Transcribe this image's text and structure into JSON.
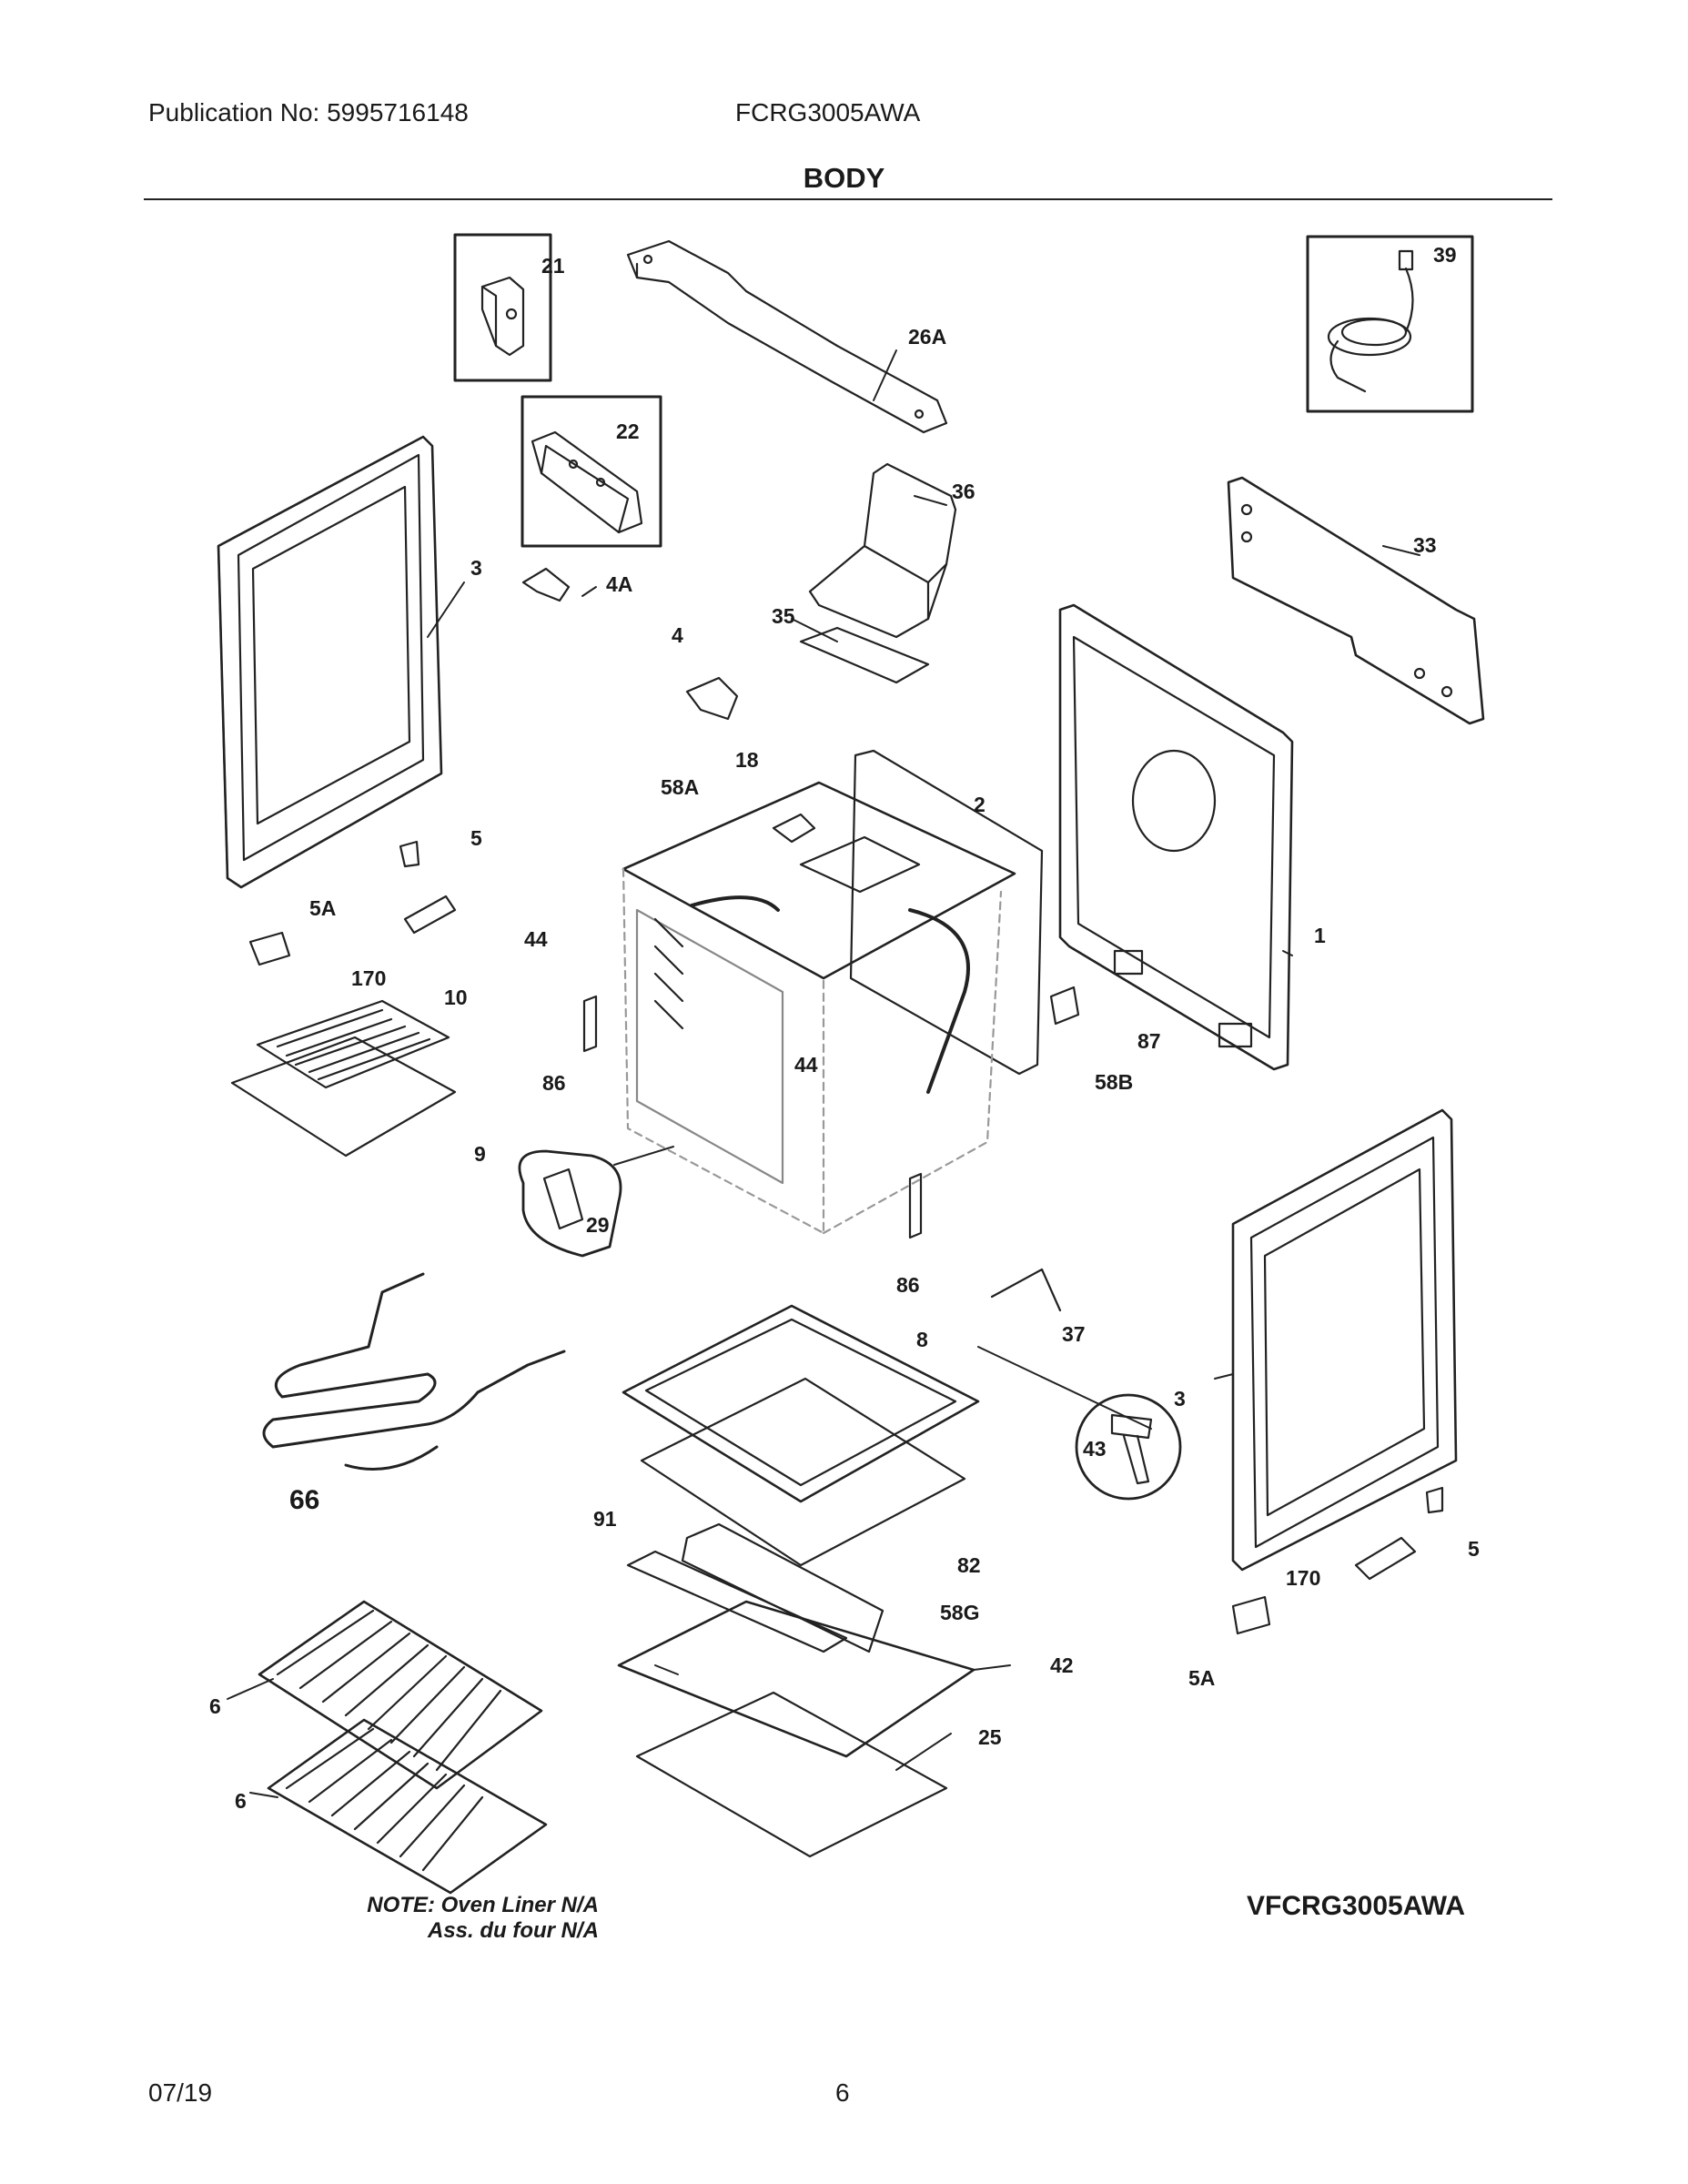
{
  "header": {
    "publication": "Publication No: 5995716148",
    "model": "FCRG3005AWA",
    "section_title": "BODY"
  },
  "callouts": [
    {
      "id": "c21",
      "label": "21"
    },
    {
      "id": "c26a",
      "label": "26A"
    },
    {
      "id": "c39",
      "label": "39"
    },
    {
      "id": "c22",
      "label": "22"
    },
    {
      "id": "c36",
      "label": "36"
    },
    {
      "id": "c33",
      "label": "33"
    },
    {
      "id": "c3a",
      "label": "3"
    },
    {
      "id": "c4a",
      "label": "4A"
    },
    {
      "id": "c35",
      "label": "35"
    },
    {
      "id": "c4",
      "label": "4"
    },
    {
      "id": "c18",
      "label": "18"
    },
    {
      "id": "c58a",
      "label": "58A"
    },
    {
      "id": "c2",
      "label": "2"
    },
    {
      "id": "c5a",
      "label": "5"
    },
    {
      "id": "c5aa",
      "label": "5A"
    },
    {
      "id": "c44a",
      "label": "44"
    },
    {
      "id": "c1",
      "label": "1"
    },
    {
      "id": "c170a",
      "label": "170"
    },
    {
      "id": "c10",
      "label": "10"
    },
    {
      "id": "c87",
      "label": "87"
    },
    {
      "id": "c86a",
      "label": "86"
    },
    {
      "id": "c44b",
      "label": "44"
    },
    {
      "id": "c58b",
      "label": "58B"
    },
    {
      "id": "c9",
      "label": "9"
    },
    {
      "id": "c29",
      "label": "29"
    },
    {
      "id": "c86b",
      "label": "86"
    },
    {
      "id": "c37",
      "label": "37"
    },
    {
      "id": "c8",
      "label": "8"
    },
    {
      "id": "c3b",
      "label": "3"
    },
    {
      "id": "c43",
      "label": "43"
    },
    {
      "id": "c66",
      "label": "66"
    },
    {
      "id": "c91",
      "label": "91"
    },
    {
      "id": "c82",
      "label": "82"
    },
    {
      "id": "c5b",
      "label": "5"
    },
    {
      "id": "c170b",
      "label": "170"
    },
    {
      "id": "c58g",
      "label": "58G"
    },
    {
      "id": "c42",
      "label": "42"
    },
    {
      "id": "c5ab",
      "label": "5A"
    },
    {
      "id": "c25",
      "label": "25"
    },
    {
      "id": "c6a",
      "label": "6"
    },
    {
      "id": "c6b",
      "label": "6"
    }
  ],
  "notes": {
    "line1": "NOTE: Oven Liner N/A",
    "line2": "Ass. du four N/A"
  },
  "diagram_code": "VFCRG3005AWA",
  "footer": {
    "date": "07/19",
    "page": "6"
  }
}
